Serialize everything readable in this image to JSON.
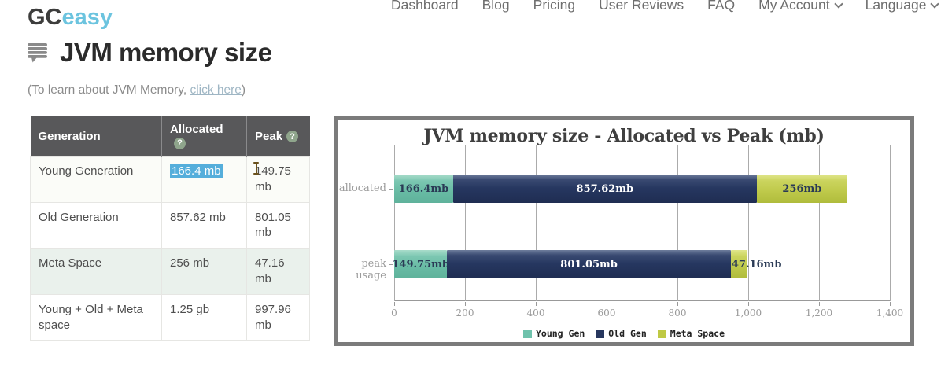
{
  "brand": {
    "gc": "GC",
    "easy": "easy"
  },
  "nav": {
    "items": [
      {
        "label": "Dashboard",
        "dropdown": false
      },
      {
        "label": "Blog",
        "dropdown": false
      },
      {
        "label": "Pricing",
        "dropdown": false
      },
      {
        "label": "User Reviews",
        "dropdown": false
      },
      {
        "label": "FAQ",
        "dropdown": false
      },
      {
        "label": "My Account",
        "dropdown": true
      },
      {
        "label": "Language",
        "dropdown": true
      }
    ]
  },
  "page": {
    "title": "JVM memory size",
    "subtitle_prefix": "(To learn about JVM Memory, ",
    "subtitle_link": "click here",
    "subtitle_suffix": ")"
  },
  "table": {
    "help_icon": "?",
    "headers": [
      {
        "label": "Generation"
      },
      {
        "label": "Allocated"
      },
      {
        "label": "Peak"
      }
    ],
    "rows": [
      {
        "generation": "Young Generation",
        "allocated": "166.4 mb",
        "peak": "149.75 mb"
      },
      {
        "generation": "Old Generation",
        "allocated": "857.62 mb",
        "peak": "801.05 mb"
      },
      {
        "generation": "Meta Space",
        "allocated": "256 mb",
        "peak": "47.16 mb"
      },
      {
        "generation": "Young + Old + Meta space",
        "allocated": "1.25 gb",
        "peak": "997.96 mb"
      }
    ]
  },
  "chart_data": {
    "type": "bar",
    "orientation": "horizontal",
    "stacked": true,
    "title": "JVM memory size - Allocated vs Peak (mb)",
    "categories": [
      "allocated",
      "peak usage"
    ],
    "series": [
      {
        "name": "Young Gen",
        "color": "#6fc2ac",
        "values": [
          166.4,
          149.75
        ],
        "labels": [
          "166.4mb",
          "149.75mb"
        ]
      },
      {
        "name": "Old Gen",
        "color": "#27375e",
        "values": [
          857.62,
          801.05
        ],
        "labels": [
          "857.62mb",
          "801.05mb"
        ]
      },
      {
        "name": "Meta Space",
        "color": "#bfc944",
        "values": [
          256,
          47.16
        ],
        "labels": [
          "256mb",
          "47.16mb"
        ]
      }
    ],
    "xlim": [
      0,
      1400
    ],
    "x_ticks": [
      0,
      200,
      400,
      600,
      800,
      1000,
      1200,
      1400
    ],
    "x_tick_labels": [
      "0",
      "200",
      "400",
      "600",
      "800",
      "1,000",
      "1,200",
      "1,400"
    ],
    "grid": true,
    "legend_position": "bottom"
  },
  "colors": {
    "accent_blue": "#6cc4df",
    "selection_highlight": "#55aedb",
    "table_header_bg": "#58585a",
    "young_gen": "#6fc2ac",
    "old_gen": "#27375e",
    "meta_space": "#bfc944"
  }
}
